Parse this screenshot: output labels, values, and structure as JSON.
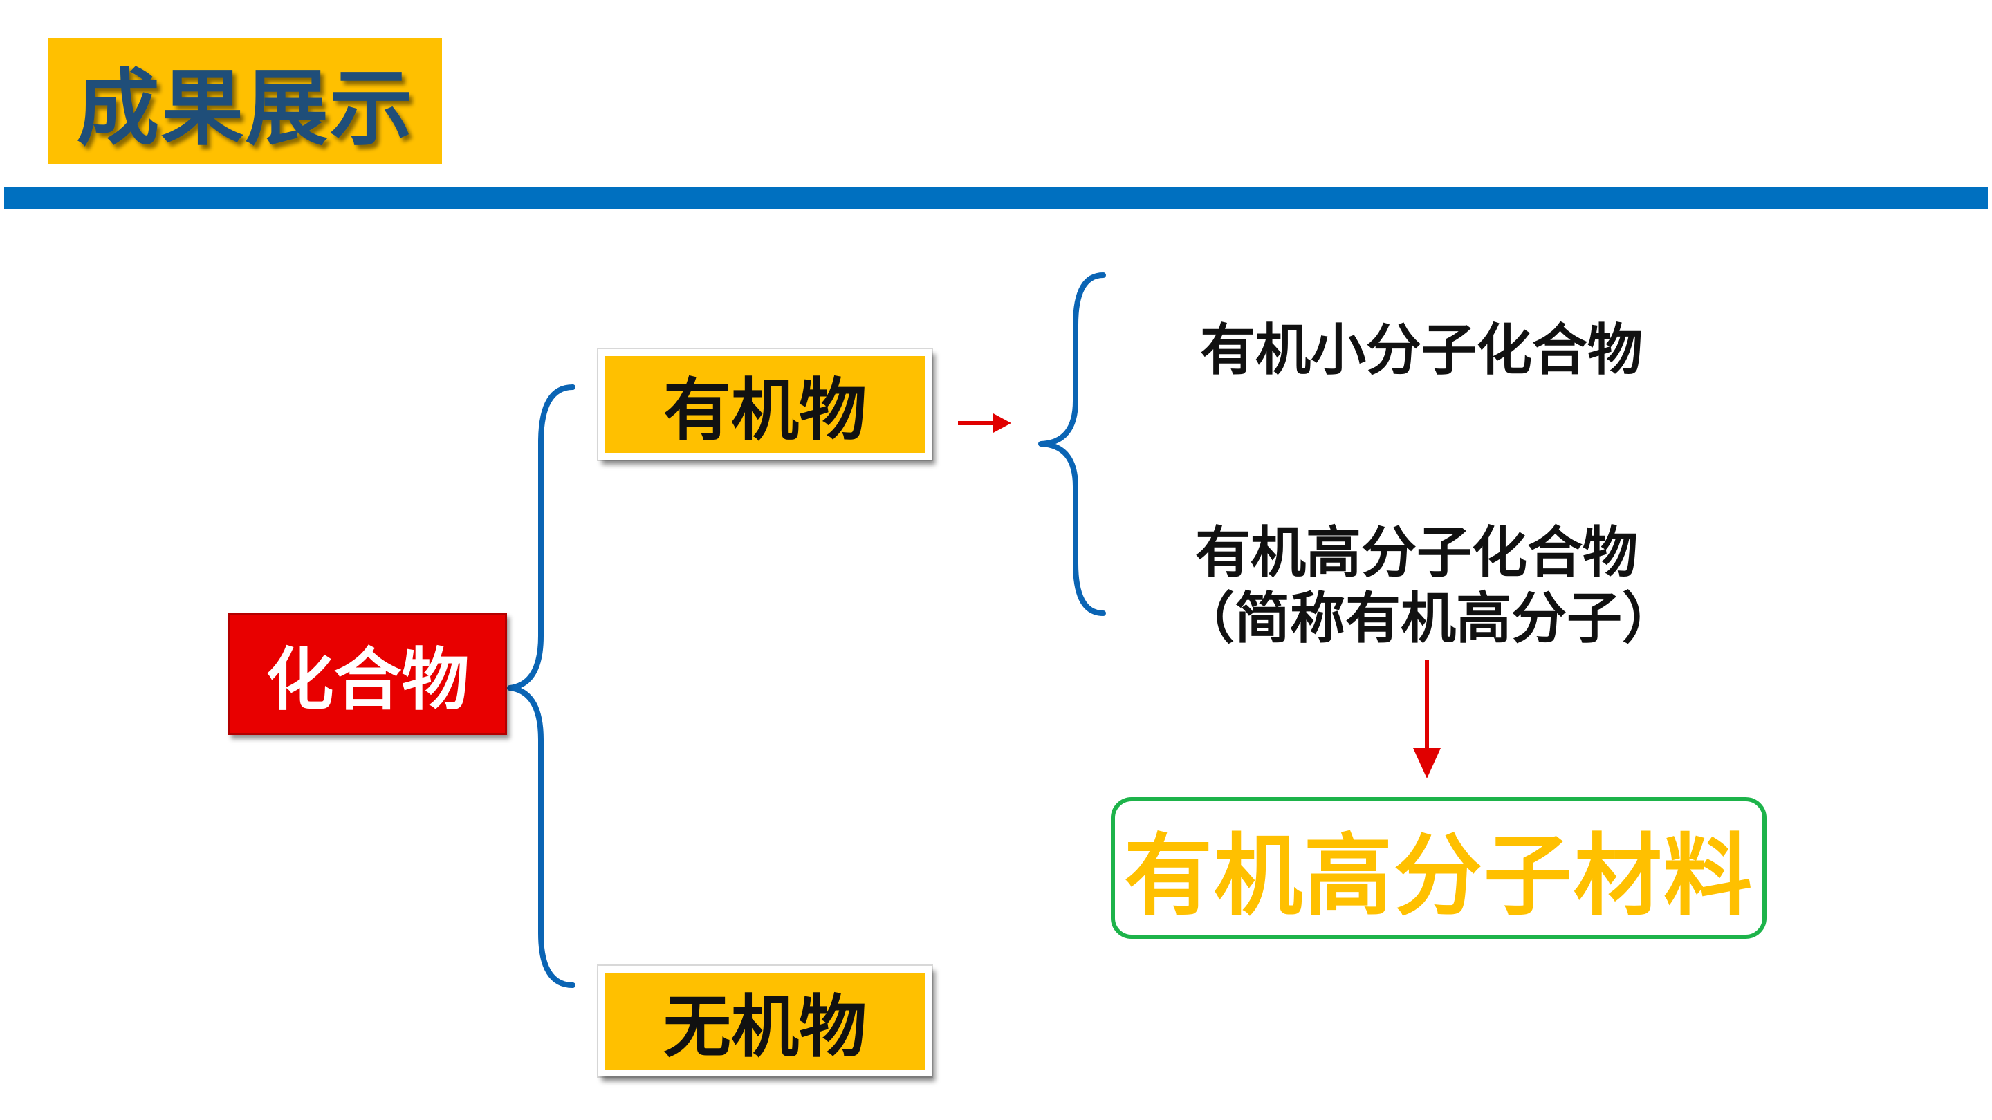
{
  "header": {
    "title": "成果展示"
  },
  "diagram": {
    "root": "化合物",
    "organic": "有机物",
    "inorganic": "无机物",
    "small_molecule": "有机小分子化合物",
    "macromolecule_line1": "有机高分子化合物",
    "macromolecule_line2": "（简称有机高分子）",
    "result": "有机高分子材料"
  },
  "colors": {
    "accent_yellow": "#FFC000",
    "title_text": "#1F4E79",
    "rule_blue": "#0070C0",
    "brace_blue": "#0A64B4",
    "root_red": "#E80000",
    "arrow_red": "#E00000",
    "result_border_green": "#1DB34A"
  }
}
